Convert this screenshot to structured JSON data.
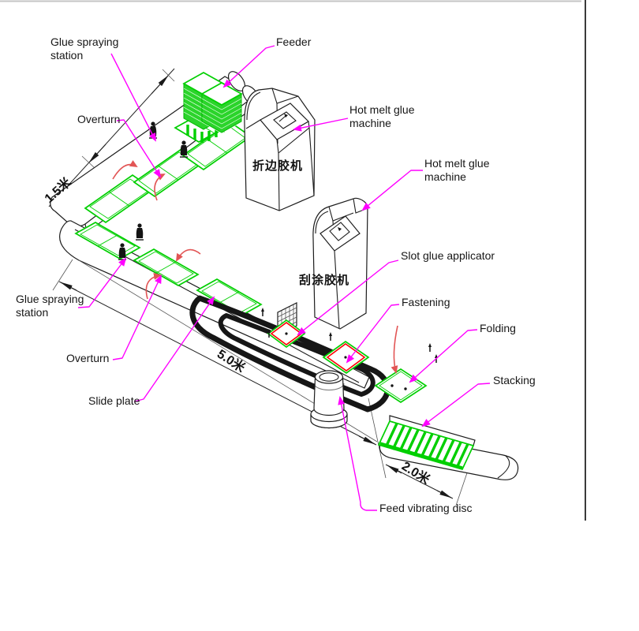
{
  "colors": {
    "accent_green": "#00cf00",
    "leader_magenta": "#ff00ff",
    "arrow_red": "#e25555",
    "plate_red": "#ff0000",
    "line_black": "#1d1d1d"
  },
  "labels": {
    "glue_spray_top": {
      "line1": "Glue spraying",
      "line2": "station"
    },
    "feeder": "Feeder",
    "overturn_top": "Overturn",
    "hot_melt_1": {
      "line1": "Hot melt glue",
      "line2": "machine"
    },
    "hot_melt_2": {
      "line1": "Hot melt glue",
      "line2": "machine"
    },
    "glue_spray_left": {
      "line1": "Glue spraying",
      "line2": "station"
    },
    "slot_glue": "Slot glue applicator",
    "fastening": "Fastening",
    "overturn_bottom": "Overturn",
    "folding": "Folding",
    "slide_plate": "Slide plate",
    "stacking": "Stacking",
    "feed_vibrating_disc": "Feed vibrating disc"
  },
  "machines": {
    "machine1_label_cn": "折边胶机",
    "machine2_label_cn": "刮涂胶机"
  },
  "dimensions": {
    "upper_conveyor_width": "1.5米",
    "main_conveyor_length": "5.0米",
    "stacking_conveyor_length": "2.0米"
  }
}
